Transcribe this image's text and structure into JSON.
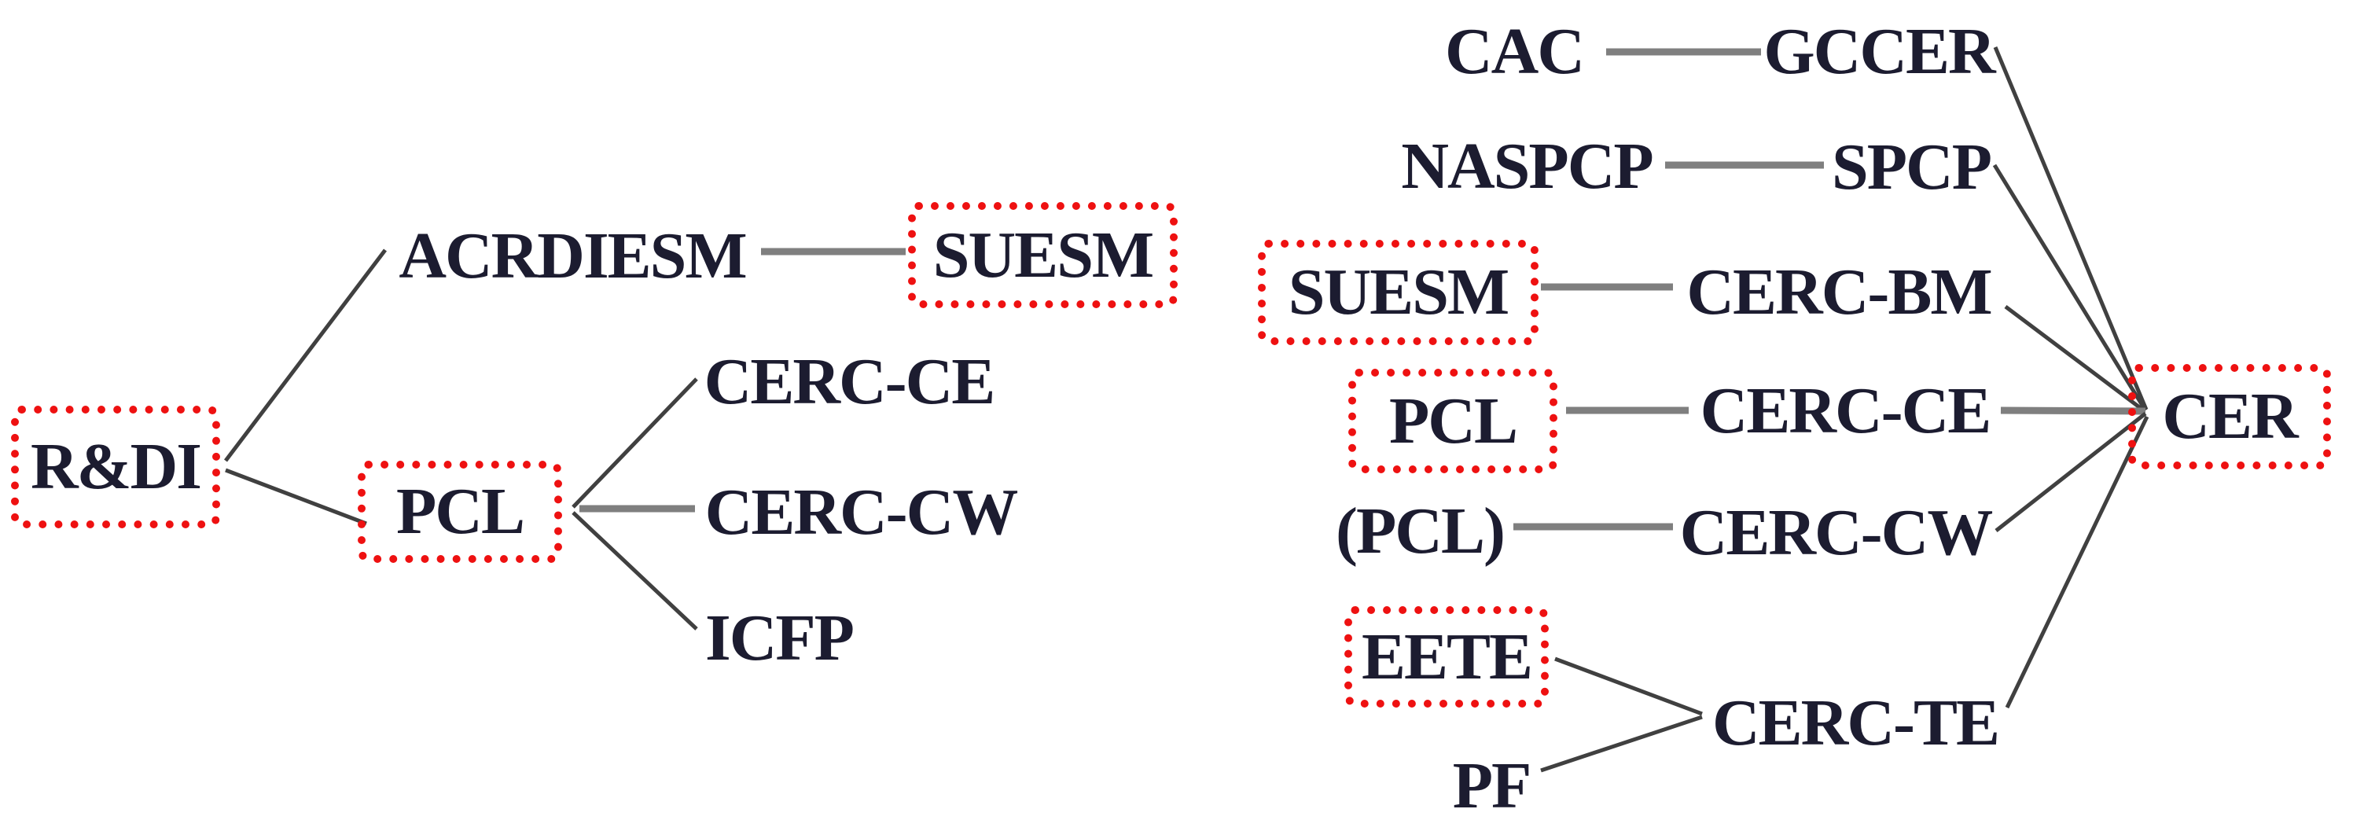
{
  "figure": {
    "description": "Two organizational evolution tree diagrams with highlighted nodes",
    "highlight_style": "red dotted rounded rectangle"
  },
  "colors": {
    "background": "#ffffff",
    "text": "#1c1c30",
    "highlight_box": "#ee1111",
    "connector_thick": "#7f7f7f",
    "connector_thin": "#404040"
  },
  "left_diagram": {
    "nodes": {
      "rdi": {
        "label": "R&DI",
        "highlighted": true
      },
      "acrdiesm": {
        "label": "ACRDIESM",
        "highlighted": false
      },
      "suesm": {
        "label": "SUESM",
        "highlighted": true
      },
      "pcl": {
        "label": "PCL",
        "highlighted": true
      },
      "cerc_ce": {
        "label": "CERC-CE",
        "highlighted": false
      },
      "cerc_cw": {
        "label": "CERC-CW",
        "highlighted": false
      },
      "icfp": {
        "label": "ICFP",
        "highlighted": false
      }
    },
    "edges": [
      {
        "from": "R&DI",
        "to": "ACRDIESM"
      },
      {
        "from": "R&DI",
        "to": "PCL"
      },
      {
        "from": "ACRDIESM",
        "to": "SUESM"
      },
      {
        "from": "PCL",
        "to": "CERC-CE"
      },
      {
        "from": "PCL",
        "to": "CERC-CW"
      },
      {
        "from": "PCL",
        "to": "ICFP"
      }
    ]
  },
  "right_diagram": {
    "nodes": {
      "cac": {
        "label": "CAC",
        "highlighted": false
      },
      "gccer": {
        "label": "GCCER",
        "highlighted": false
      },
      "naspcp": {
        "label": "NASPCP",
        "highlighted": false
      },
      "spcp": {
        "label": "SPCP",
        "highlighted": false
      },
      "suesm": {
        "label": "SUESM",
        "highlighted": true
      },
      "cerc_bm": {
        "label": "CERC-BM",
        "highlighted": false
      },
      "pcl": {
        "label": "PCL",
        "highlighted": true
      },
      "cerc_ce": {
        "label": "CERC-CE",
        "highlighted": false
      },
      "pcl_paren": {
        "label": "(PCL)",
        "highlighted": false
      },
      "cerc_cw": {
        "label": "CERC-CW",
        "highlighted": false
      },
      "eete": {
        "label": "EETE",
        "highlighted": true
      },
      "pf": {
        "label": "PF",
        "highlighted": false
      },
      "cerc_te": {
        "label": "CERC-TE",
        "highlighted": false
      },
      "cer": {
        "label": "CER",
        "highlighted": true
      }
    },
    "edges": [
      {
        "from": "CAC",
        "to": "GCCER"
      },
      {
        "from": "NASPCP",
        "to": "SPCP"
      },
      {
        "from": "SUESM",
        "to": "CERC-BM"
      },
      {
        "from": "PCL",
        "to": "CERC-CE"
      },
      {
        "from": "(PCL)",
        "to": "CERC-CW"
      },
      {
        "from": "EETE",
        "to": "CERC-TE"
      },
      {
        "from": "PF",
        "to": "CERC-TE"
      },
      {
        "from": "GCCER",
        "to": "CER"
      },
      {
        "from": "SPCP",
        "to": "CER"
      },
      {
        "from": "CERC-BM",
        "to": "CER"
      },
      {
        "from": "CERC-CE",
        "to": "CER"
      },
      {
        "from": "CERC-CW",
        "to": "CER"
      },
      {
        "from": "CERC-TE",
        "to": "CER"
      }
    ]
  }
}
